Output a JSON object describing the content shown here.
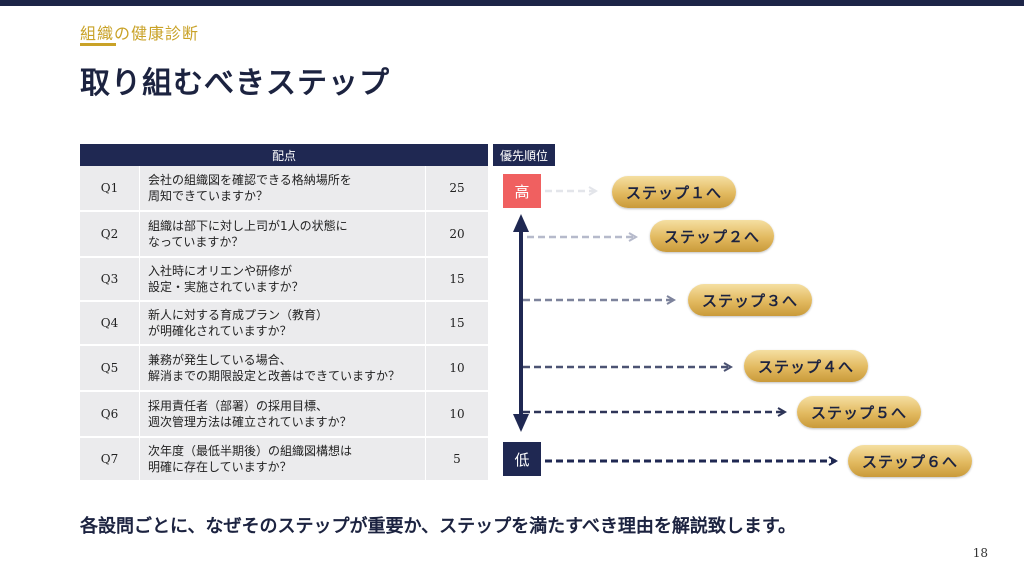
{
  "header": {
    "kicker": "組織の健康診断",
    "title": "取り組むべきステップ"
  },
  "table": {
    "score_header": "配点",
    "rows": [
      {
        "q": "Q1",
        "text": "会社の組織図を確認できる格納場所を\n周知できていますか？",
        "score": "25"
      },
      {
        "q": "Q2",
        "text": "組織は部下に対し上司が1人の状態に\nなっていますか？",
        "score": "20"
      },
      {
        "q": "Q3",
        "text": "入社時にオリエンや研修が\n設定・実施されていますか？",
        "score": "15"
      },
      {
        "q": "Q4",
        "text": "新人に対する育成プラン（教育）\nが明確化されていますか？",
        "score": "15"
      },
      {
        "q": "Q5",
        "text": "兼務が発生している場合、\n解消までの期限設定と改善はできていますか？",
        "score": "10"
      },
      {
        "q": "Q6",
        "text": "採用責任者（部署）の採用目標、\n週次管理方法は確立されていますか？",
        "score": "10"
      },
      {
        "q": "Q7",
        "text": "次年度（最低半期後）の組織図構想は\n明確に存在していますか？",
        "score": "5"
      }
    ]
  },
  "priority": {
    "header": "優先順位",
    "high": "高",
    "low": "低"
  },
  "steps": [
    "ステップ１へ",
    "ステップ２へ",
    "ステップ３へ",
    "ステップ４へ",
    "ステップ５へ",
    "ステップ６へ"
  ],
  "colors": {
    "navy": "#1f2852",
    "gold": "#c9a227",
    "high_red": "#f06060"
  },
  "footer": {
    "note": "各設問ごとに、なぜそのステップが重要か、ステップを満たすべき理由を解説致します。",
    "page": "18"
  }
}
